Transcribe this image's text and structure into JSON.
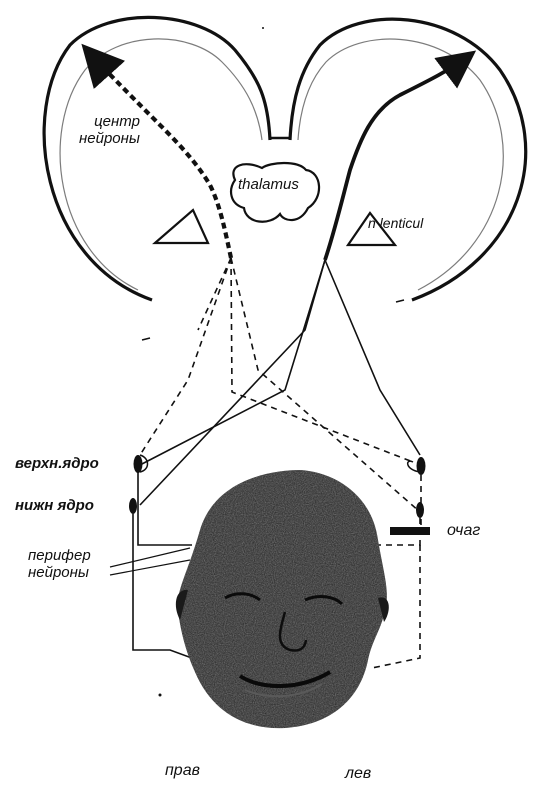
{
  "labels": {
    "central_neurons": [
      "центр",
      "нейроны"
    ],
    "thalamus": "thalamus",
    "n_lenticular": "n lenticul",
    "upper_nucleus": "верхн.ядро",
    "lower_nucleus": "нижн ядро",
    "peripheral_neurons": [
      "перифер",
      "нейроны"
    ],
    "lesion": "очаг",
    "right_side": "прав",
    "left_side": "лев"
  },
  "colors": {
    "ink": "#111111",
    "face_dark": "#1c1c1c",
    "face_mid": "#3a3a3a",
    "paper": "#ffffff"
  }
}
